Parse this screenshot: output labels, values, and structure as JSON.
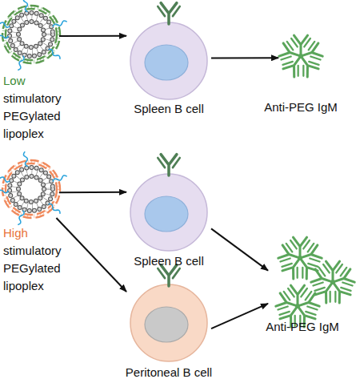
{
  "diagram": {
    "nodes": [
      {
        "text": [
          "Low",
          "stimulatory PEGylated lipoplex"
        ]
      },
      {
        "text": [
          "Spleen B cell"
        ]
      },
      {
        "text": [
          "Anti-PEG IgM"
        ]
      },
      {
        "text": [
          "High",
          "stimulatory PEGylated lipoplex"
        ]
      },
      {
        "text": [
          "Spleen B cell"
        ]
      },
      {
        "text": [
          "Peritoneal B cell"
        ]
      },
      {
        "text": [
          "Anti-PEG IgM"
        ]
      }
    ],
    "edges": [
      {
        "from": 0,
        "to": 1,
        "arrow": "to"
      },
      {
        "from": 1,
        "to": 2,
        "arrow": "to"
      },
      {
        "from": 3,
        "to": 4,
        "arrow": "to"
      },
      {
        "from": 3,
        "to": 5,
        "arrow": "to"
      },
      {
        "from": 4,
        "to": 6,
        "arrow": "to"
      },
      {
        "from": 5,
        "to": 6,
        "arrow": "to"
      }
    ]
  }
}
